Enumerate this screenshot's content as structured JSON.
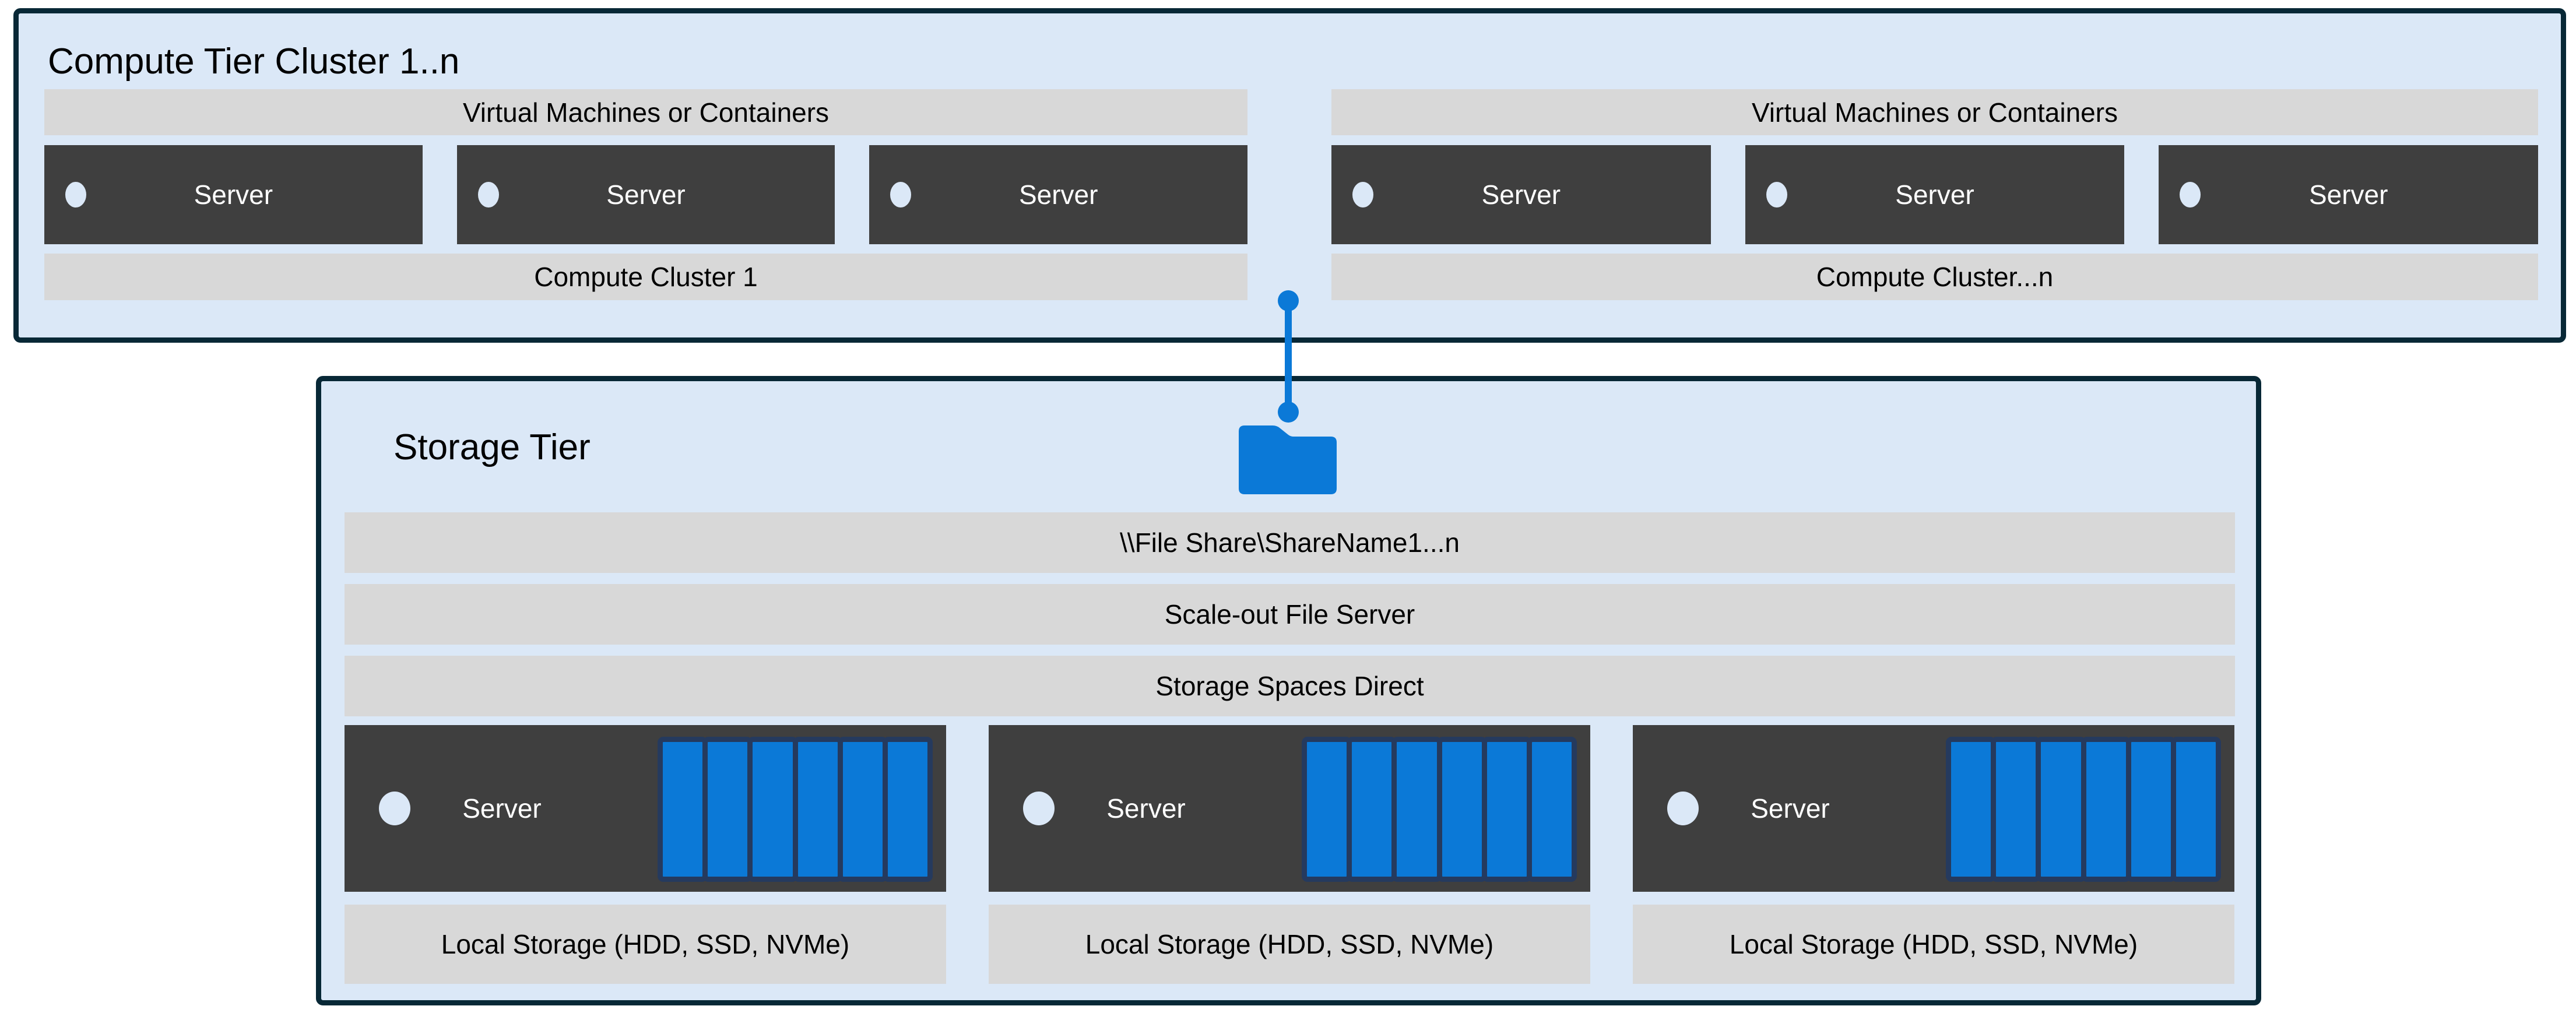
{
  "compute_tier": {
    "title": "Compute Tier Cluster 1..n",
    "clusters": [
      {
        "vm_label": "Virtual Machines or Containers",
        "servers": [
          {
            "label": "Server"
          },
          {
            "label": "Server"
          },
          {
            "label": "Server"
          }
        ],
        "cluster_label": "Compute Cluster 1"
      },
      {
        "vm_label": "Virtual Machines or Containers",
        "servers": [
          {
            "label": "Server"
          },
          {
            "label": "Server"
          },
          {
            "label": "Server"
          }
        ],
        "cluster_label": "Compute Cluster...n"
      }
    ]
  },
  "storage_tier": {
    "title": "Storage Tier",
    "folder_icon": "file-share-folder-icon",
    "bars": [
      "\\\\File Share\\ShareName1...n",
      "Scale-out File Server",
      "Storage Spaces Direct"
    ],
    "nodes": [
      {
        "server_label": "Server",
        "disk_count": 6,
        "local_label": "Local Storage (HDD, SSD, NVMe)"
      },
      {
        "server_label": "Server",
        "disk_count": 6,
        "local_label": "Local Storage (HDD, SSD, NVMe)"
      },
      {
        "server_label": "Server",
        "disk_count": 6,
        "local_label": "Local Storage (HDD, SSD, NVMe)"
      }
    ]
  },
  "colors": {
    "page_bg": "#ffffff",
    "light_blue": "#dbe8f7",
    "navy": "#082836",
    "gray_bar": "#d8d8d8",
    "dark_box": "#3f3f3f",
    "blue": "#0b79d7",
    "disk_outline": "#253a5e",
    "white": "#ffffff",
    "black": "#000000"
  }
}
